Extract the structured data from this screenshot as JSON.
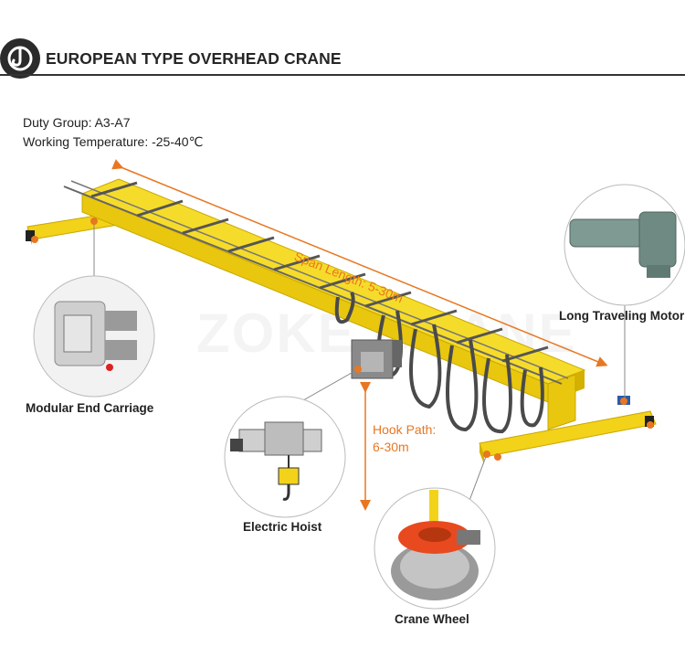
{
  "header": {
    "title": "EUROPEAN TYPE OVERHEAD CRANE",
    "logo_icon": "crane-hook-icon"
  },
  "specs": {
    "duty_group": "Duty Group: A3-A7",
    "working_temperature": "Working Temperature: -25-40℃"
  },
  "annotations": {
    "span_length": "Span Length: 5-30m",
    "hook_path_line1": "Hook Path:",
    "hook_path_line2": "6-30m"
  },
  "callouts": {
    "end_carriage": "Modular End Carriage",
    "electric_hoist": "Electric Hoist",
    "crane_wheel": "Crane Wheel",
    "long_traveling_motor": "Long Traveling Motor"
  },
  "watermark": "ZOKE CRANE",
  "colors": {
    "beam_yellow": "#f3d21a",
    "accent_orange": "#e87722",
    "header_dark": "#2b2b2b"
  }
}
